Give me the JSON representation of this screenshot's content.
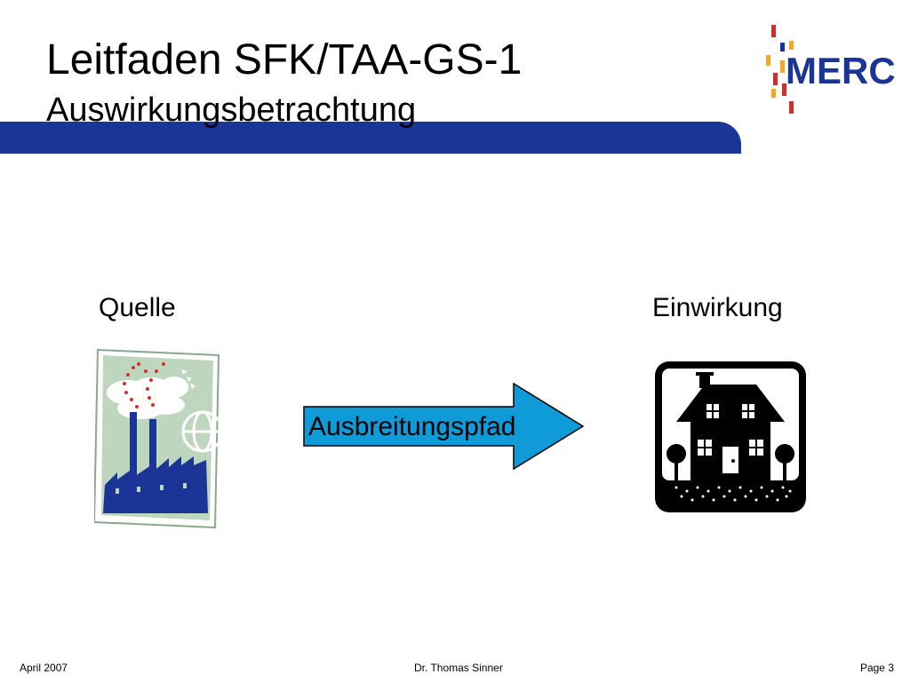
{
  "slide": {
    "title": "Leitfaden SFK/TAA-GS-1",
    "subtitle": "Auswirkungsbetrachtung",
    "brand": {
      "name": "MERCK",
      "text_color": "#1a3596",
      "accent_colors": [
        "#f5a623",
        "#d0302b",
        "#1a3596"
      ]
    },
    "bar_color": "#1a3596"
  },
  "diagram": {
    "source_label": "Quelle",
    "target_label": "Einwirkung",
    "path_label": "Ausbreitungspfad",
    "source_icon": "factory-icon",
    "target_icon": "house-icon",
    "arrow_color": "#0e9bd8"
  },
  "footer": {
    "date": "April 2007",
    "author": "Dr. Thomas Sinner",
    "page": "Page 3"
  }
}
